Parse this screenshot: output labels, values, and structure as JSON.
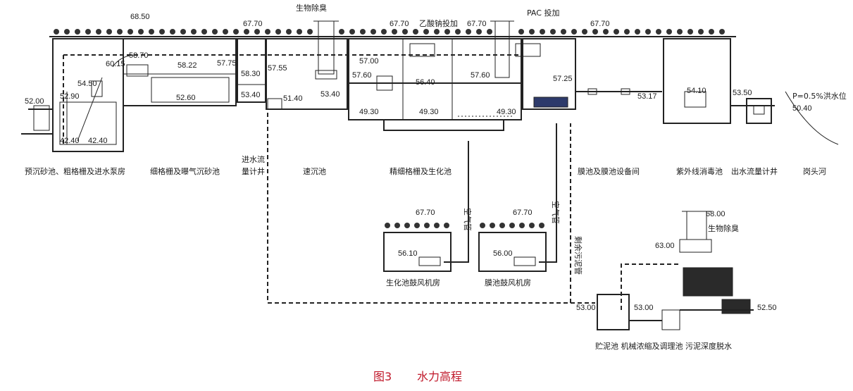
{
  "caption": {
    "fig": "图3",
    "title": "水力高程"
  },
  "elevations": {
    "e6850": "68.50",
    "e6770a": "67.70",
    "e6770b": "67.70",
    "e6770c": "67.70",
    "e6770d": "67.70",
    "e5870": "58.70",
    "e6015": "60.15",
    "e5822": "58.22",
    "e5775": "57.75",
    "e5450": "54.50",
    "e5290": "52.90",
    "e5200": "52.00",
    "e4240a": "42.40",
    "e4240b": "42.40",
    "e5260": "52.60",
    "e5830": "58.30",
    "e5340a": "53.40",
    "e5755": "57.55",
    "e5140": "51.40",
    "e5340b": "53.40",
    "e5700": "57.00",
    "e5760a": "57.60",
    "e5640": "56.40",
    "e5760b": "57.60",
    "e4930a": "49.30",
    "e4930b": "49.30",
    "e4930c": "49.30",
    "e5725": "57.25",
    "e5317": "53.17",
    "e5410": "54.10",
    "e5350": "53.50",
    "e5040": "50.40",
    "e6770e": "67.70",
    "e5610": "56.10",
    "e6770f": "67.70",
    "e5600": "56.00",
    "e6800": "68.00",
    "e6300": "63.00",
    "e5300a": "53.00",
    "e5300b": "53.00",
    "e5250": "52.50"
  },
  "labels": {
    "deodor1": "生物除臭",
    "sodium": "乙酸钠投加",
    "pac": "PAC 投加",
    "flood": "P=0.5%洪水位",
    "deodor2": "生物除臭"
  },
  "stages": {
    "s1": "预沉砂池、粗格栅及进水泵房",
    "s2": "细格栅及曝气沉砂池",
    "s3a": "进水流",
    "s3b": "量计井",
    "s4": "速沉池",
    "s5": "精细格栅及生化池",
    "s6": "膜池及膜池设备间",
    "s7": "紫外线消毒池",
    "s8": "出水流量计井",
    "s9": "岗头河",
    "b1": "生化池鼓风机房",
    "b2": "膜池鼓风机房",
    "sludge": "贮泥池 机械浓缩及调理池 污泥深度脱水"
  },
  "line_labels": {
    "air1": "空气管",
    "air2": "空气管",
    "sludge_pipe": "剩余污泥管"
  }
}
